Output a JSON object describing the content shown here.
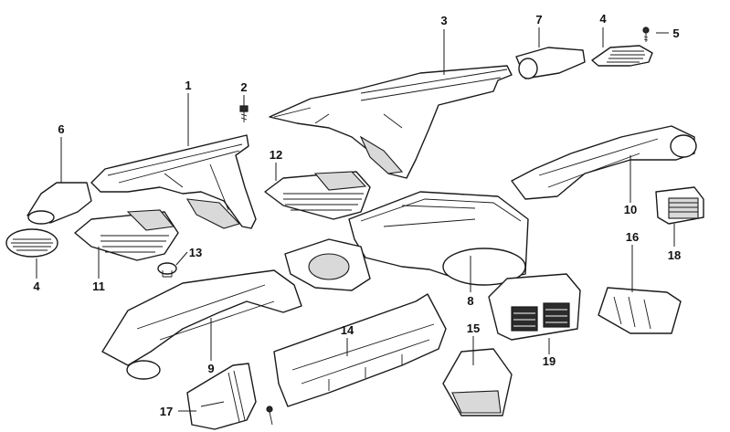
{
  "callouts": [
    {
      "id": "1",
      "label": "1"
    },
    {
      "id": "2",
      "label": "2"
    },
    {
      "id": "3",
      "label": "3"
    },
    {
      "id": "4a",
      "label": "4"
    },
    {
      "id": "4b",
      "label": "4"
    },
    {
      "id": "5",
      "label": "5"
    },
    {
      "id": "6",
      "label": "6"
    },
    {
      "id": "7",
      "label": "7"
    },
    {
      "id": "8",
      "label": "8"
    },
    {
      "id": "9",
      "label": "9"
    },
    {
      "id": "10",
      "label": "10"
    },
    {
      "id": "11",
      "label": "11"
    },
    {
      "id": "12",
      "label": "12"
    },
    {
      "id": "13",
      "label": "13"
    },
    {
      "id": "14",
      "label": "14"
    },
    {
      "id": "15",
      "label": "15"
    },
    {
      "id": "16",
      "label": "16"
    },
    {
      "id": "17",
      "label": "17"
    },
    {
      "id": "18",
      "label": "18"
    },
    {
      "id": "19",
      "label": "19"
    }
  ]
}
